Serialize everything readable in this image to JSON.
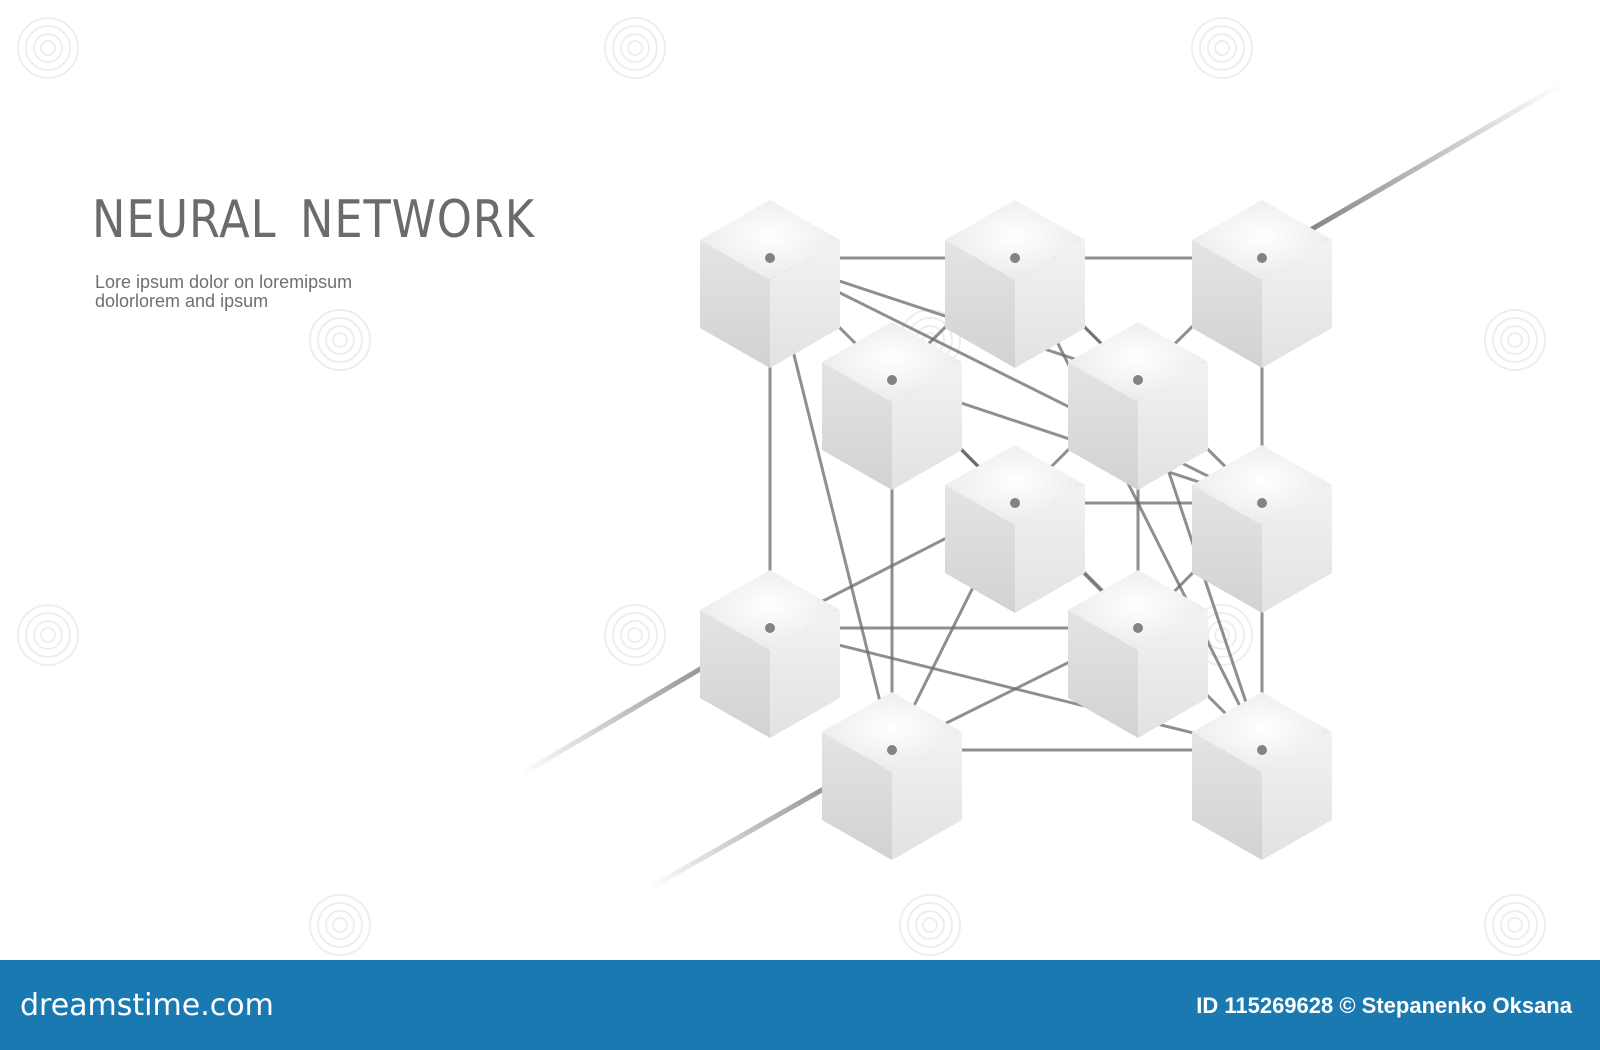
{
  "headline": "NEURAL  NETWORK",
  "subtext": {
    "line1": "Lore ipsum dolor on loremipsum",
    "line2": "dolorlorem and ipsum"
  },
  "footer": {
    "brand": "dreamstime.com",
    "credit": "ID 115269628 © Stepanenko  Oksana"
  },
  "colors": {
    "background": "#ffffff",
    "cube_top": "#f4f4f4",
    "cube_left": "#dcdcdc",
    "cube_right": "#ececec",
    "link": "#6a6a6a",
    "text": "#6b6b6b",
    "footer_bg": "#1b79b2",
    "footer_text": "#ffffff"
  },
  "icons": [
    "cube-node-icon",
    "connection-line",
    "watermark-spiral-icon"
  ]
}
